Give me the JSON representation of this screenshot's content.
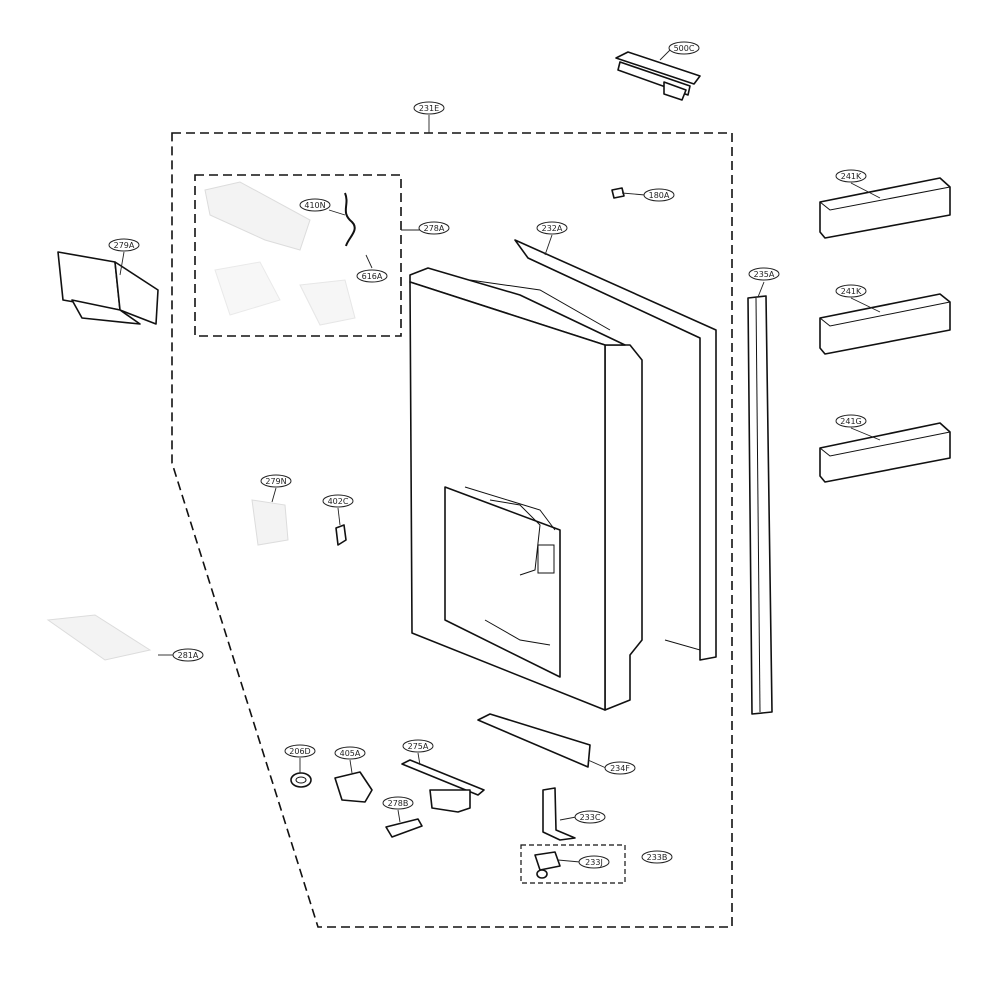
{
  "labels": {
    "c500C": "500C",
    "c231E": "231E",
    "c241K_1": "241K",
    "c241K_2": "241K",
    "c241G": "241G",
    "c410N": "410N",
    "c278A": "278A",
    "c616A": "616A",
    "c180A": "180A",
    "c232A": "232A",
    "c235A": "235A",
    "c279A": "279A",
    "c279N": "279N",
    "c402C": "402C",
    "c281A": "281A",
    "c206D": "206D",
    "c405A": "405A",
    "c275A": "275A",
    "c278B": "278B",
    "c234F": "234F",
    "c233C": "233C",
    "c233J": "233J",
    "c233B": "233B"
  }
}
